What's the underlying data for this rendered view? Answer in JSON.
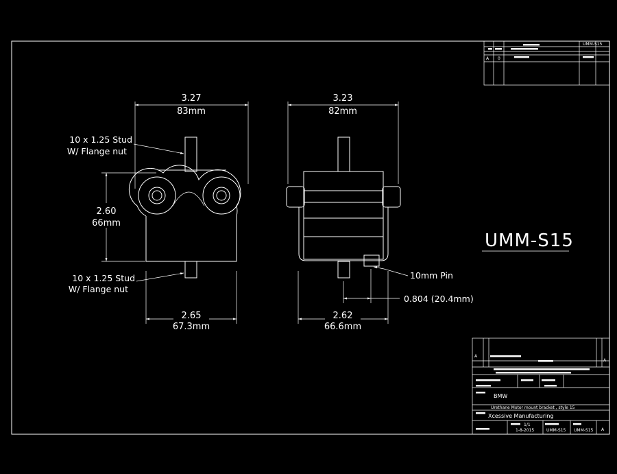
{
  "part_number_large": "UMM-S15",
  "left_view": {
    "top_width_in": "3.27",
    "top_width_mm": "83mm",
    "height_in": "2.60",
    "height_mm": "66mm",
    "bottom_width_in": "2.65",
    "bottom_width_mm": "67.3mm",
    "top_stud_line1": "10 x 1.25 Stud",
    "top_stud_line2": "W/ Flange nut",
    "bottom_stud_line1": "10 x 1.25 Stud",
    "bottom_stud_line2": "W/ Flange nut"
  },
  "right_view": {
    "top_width_in": "3.23",
    "top_width_mm": "82mm",
    "bottom_width_in": "2.62",
    "bottom_width_mm": "66.6mm",
    "pin_label": "10mm Pin",
    "pin_offset": "0.804 (20.4mm)"
  },
  "title_block": {
    "customer": "BMW",
    "description": "Urethane Motor mount bracket , style 15",
    "company": "Xcessive Manufacturing",
    "date": "1-8-2015",
    "dwg_no": "UMM-S15",
    "part_no": "UMM-S15",
    "sheet": "1/1",
    "rev_marker": "A"
  },
  "revision_block": {
    "part_no": "UMM-S15"
  }
}
